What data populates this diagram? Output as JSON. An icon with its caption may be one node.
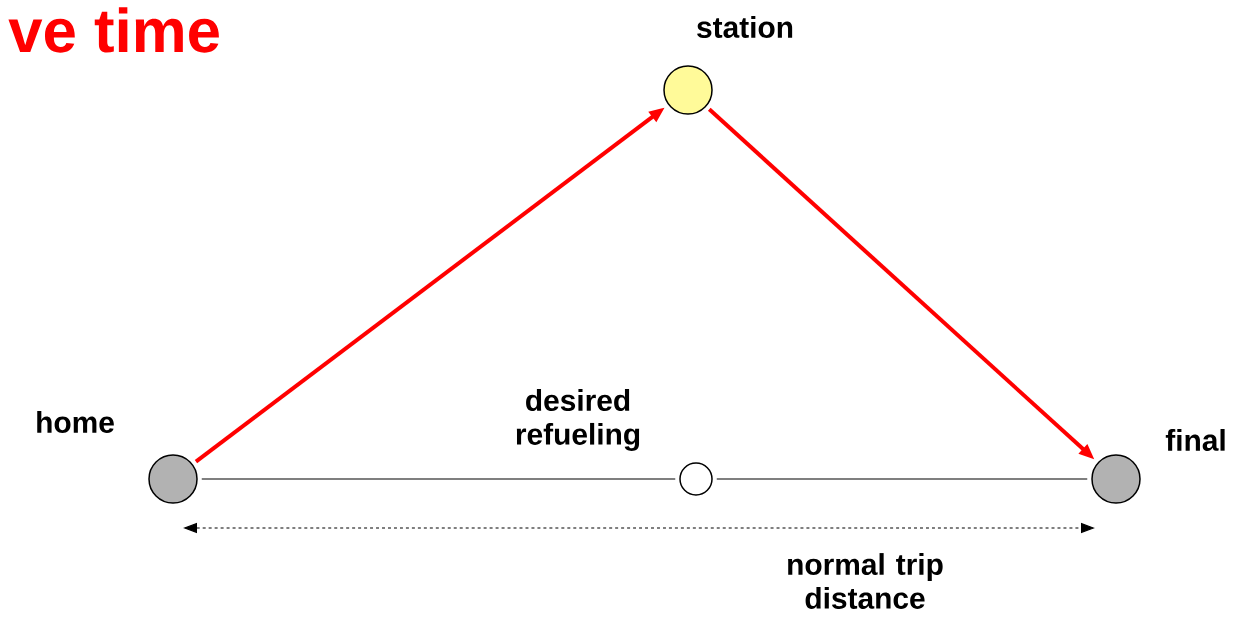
{
  "diagram": {
    "title": "ve time",
    "nodes": [
      {
        "text": [],
        "shape": "circle",
        "beside": [
          "home"
        ]
      },
      {
        "text": [],
        "shape": "circle",
        "beside": [
          "station"
        ]
      },
      {
        "text": [],
        "shape": "circle",
        "beside": [
          "desired refueling"
        ]
      },
      {
        "text": [],
        "shape": "circle",
        "beside": [
          "final"
        ]
      }
    ],
    "edges": [
      {
        "from": 0,
        "to": 1,
        "arrow": "to",
        "style": "thick",
        "color": "#ff0000"
      },
      {
        "from": 1,
        "to": 3,
        "arrow": "to",
        "style": "thick",
        "color": "#ff0000"
      },
      {
        "from": 0,
        "to": 2,
        "arrow": "none",
        "color": "#000000"
      },
      {
        "from": 2,
        "to": 3,
        "arrow": "none",
        "color": "#000000"
      }
    ],
    "labels": [
      "normal trip distance"
    ]
  }
}
